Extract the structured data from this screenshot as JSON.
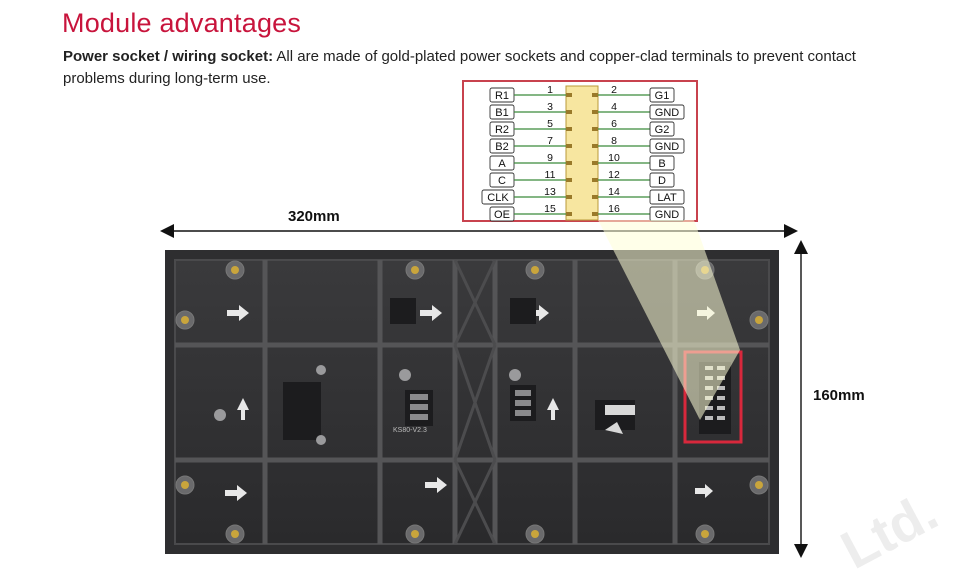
{
  "heading": "Module advantages",
  "description": {
    "lead": "Power socket / wiring socket:",
    "text": " All are made of gold-plated power sockets and copper-clad terminals to prevent contact problems during long-term use."
  },
  "pinout": {
    "left_pins": [
      {
        "signal": "R1",
        "num": "1"
      },
      {
        "signal": "B1",
        "num": "3"
      },
      {
        "signal": "R2",
        "num": "5"
      },
      {
        "signal": "B2",
        "num": "7"
      },
      {
        "signal": "A",
        "num": "9"
      },
      {
        "signal": "C",
        "num": "11"
      },
      {
        "signal": "CLK",
        "num": "13"
      },
      {
        "signal": "OE",
        "num": "15"
      }
    ],
    "right_pins": [
      {
        "signal": "G1",
        "num": "2"
      },
      {
        "signal": "GND",
        "num": "4"
      },
      {
        "signal": "G2",
        "num": "6"
      },
      {
        "signal": "GND",
        "num": "8"
      },
      {
        "signal": "B",
        "num": "10"
      },
      {
        "signal": "D",
        "num": "12"
      },
      {
        "signal": "LAT",
        "num": "14"
      },
      {
        "signal": "GND",
        "num": "16"
      }
    ]
  },
  "dimensions": {
    "width": "320mm",
    "height": "160mm"
  },
  "module_labels": {
    "board_code": "KS80-V2.3"
  },
  "watermark": "Ltd.",
  "colors": {
    "heading": "#c8143c",
    "highlight_box": "#d8283c",
    "pin_wire": "#3a8a3a",
    "pin_box_border": "#c8424e"
  }
}
